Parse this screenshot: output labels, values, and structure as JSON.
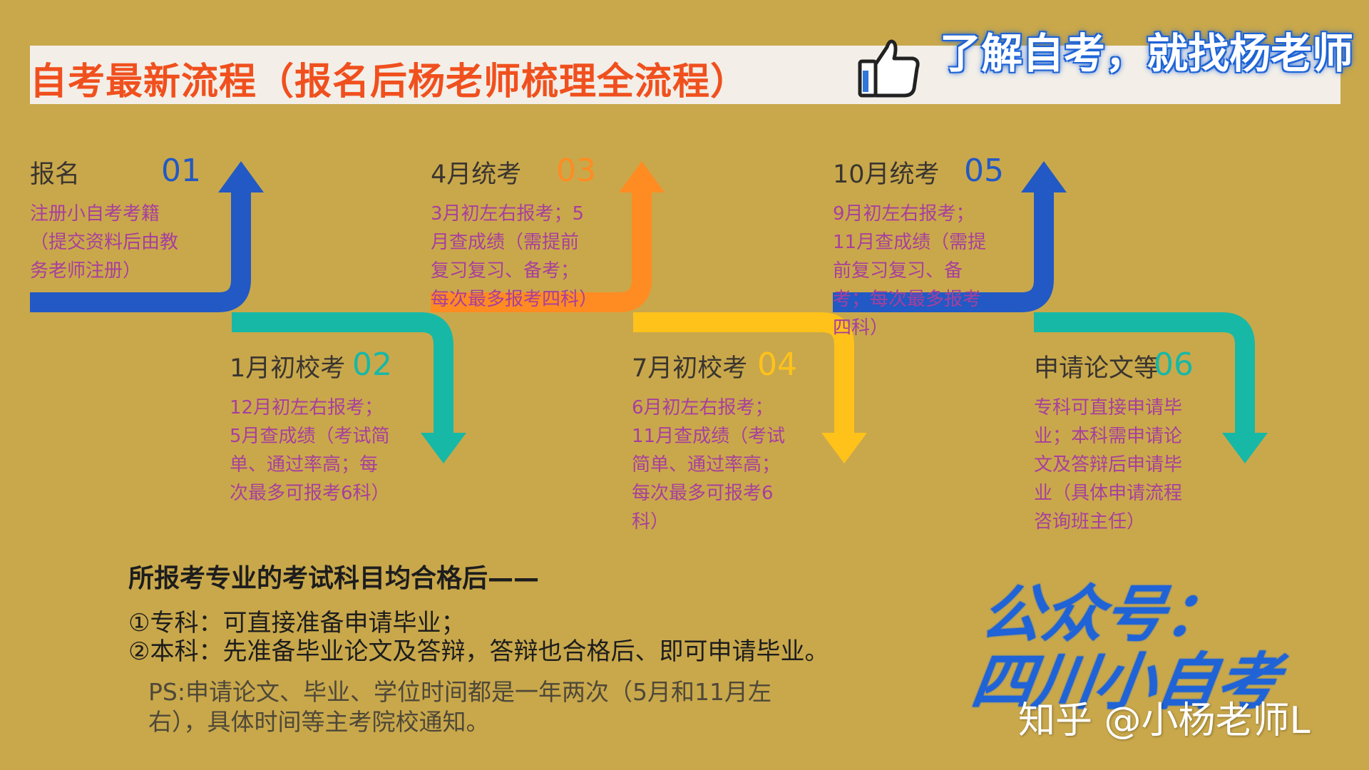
{
  "header": {
    "title": "自考最新流程（报名后杨老师梳理全流程）",
    "slogan": "了解自考，就找杨老师"
  },
  "steps": [
    {
      "title": "报名",
      "num": "01",
      "desc": "注册小自考考籍（提交资料后由教务老师注册）"
    },
    {
      "title": "1月初校考",
      "num": "02",
      "desc": "12月初左右报考；5月查成绩（考试简单、通过率高；每次最多可报考6科）"
    },
    {
      "title": "4月统考",
      "num": "03",
      "desc": "3月初左右报考；5月查成绩（需提前复习复习、备考；每次最多报考四科）"
    },
    {
      "title": "7月初校考",
      "num": "04",
      "desc": "6月初左右报考；11月查成绩（考试简单、通过率高；每次最多可报考6科）"
    },
    {
      "title": "10月统考",
      "num": "05",
      "desc": "9月初左右报考；11月查成绩（需提前复习复习、备考；每次最多报考四科）"
    },
    {
      "title": "申请论文等",
      "num": "06",
      "desc": "专科可直接申请毕业；本科需申请论文及答辩后申请毕业（具体申请流程咨询班主任）"
    }
  ],
  "summary": {
    "heading": "所报考专业的考试科目均合格后——",
    "line1": "①专科：可直接准备申请毕业；",
    "line2": "②本科：先准备毕业论文及答辩，答辩也合格后、即可申请毕业。",
    "ps": "PS:申请论文、毕业、学位时间都是一年两次（5月和11月左右），具体时间等主考院校通知。"
  },
  "account": {
    "label": "公众号：",
    "name": "四川小自考"
  },
  "watermark": "知乎 @小杨老师L",
  "icons": {
    "thumbs": "thumbs-up-icon"
  },
  "colors": {
    "background": "#c9a84b",
    "title_red": "#f0501e",
    "blue": "#2259c4",
    "teal": "#17b8a6",
    "orange": "#ff8c22",
    "yellow": "#ffc21a",
    "desc": "#a83f9c"
  }
}
